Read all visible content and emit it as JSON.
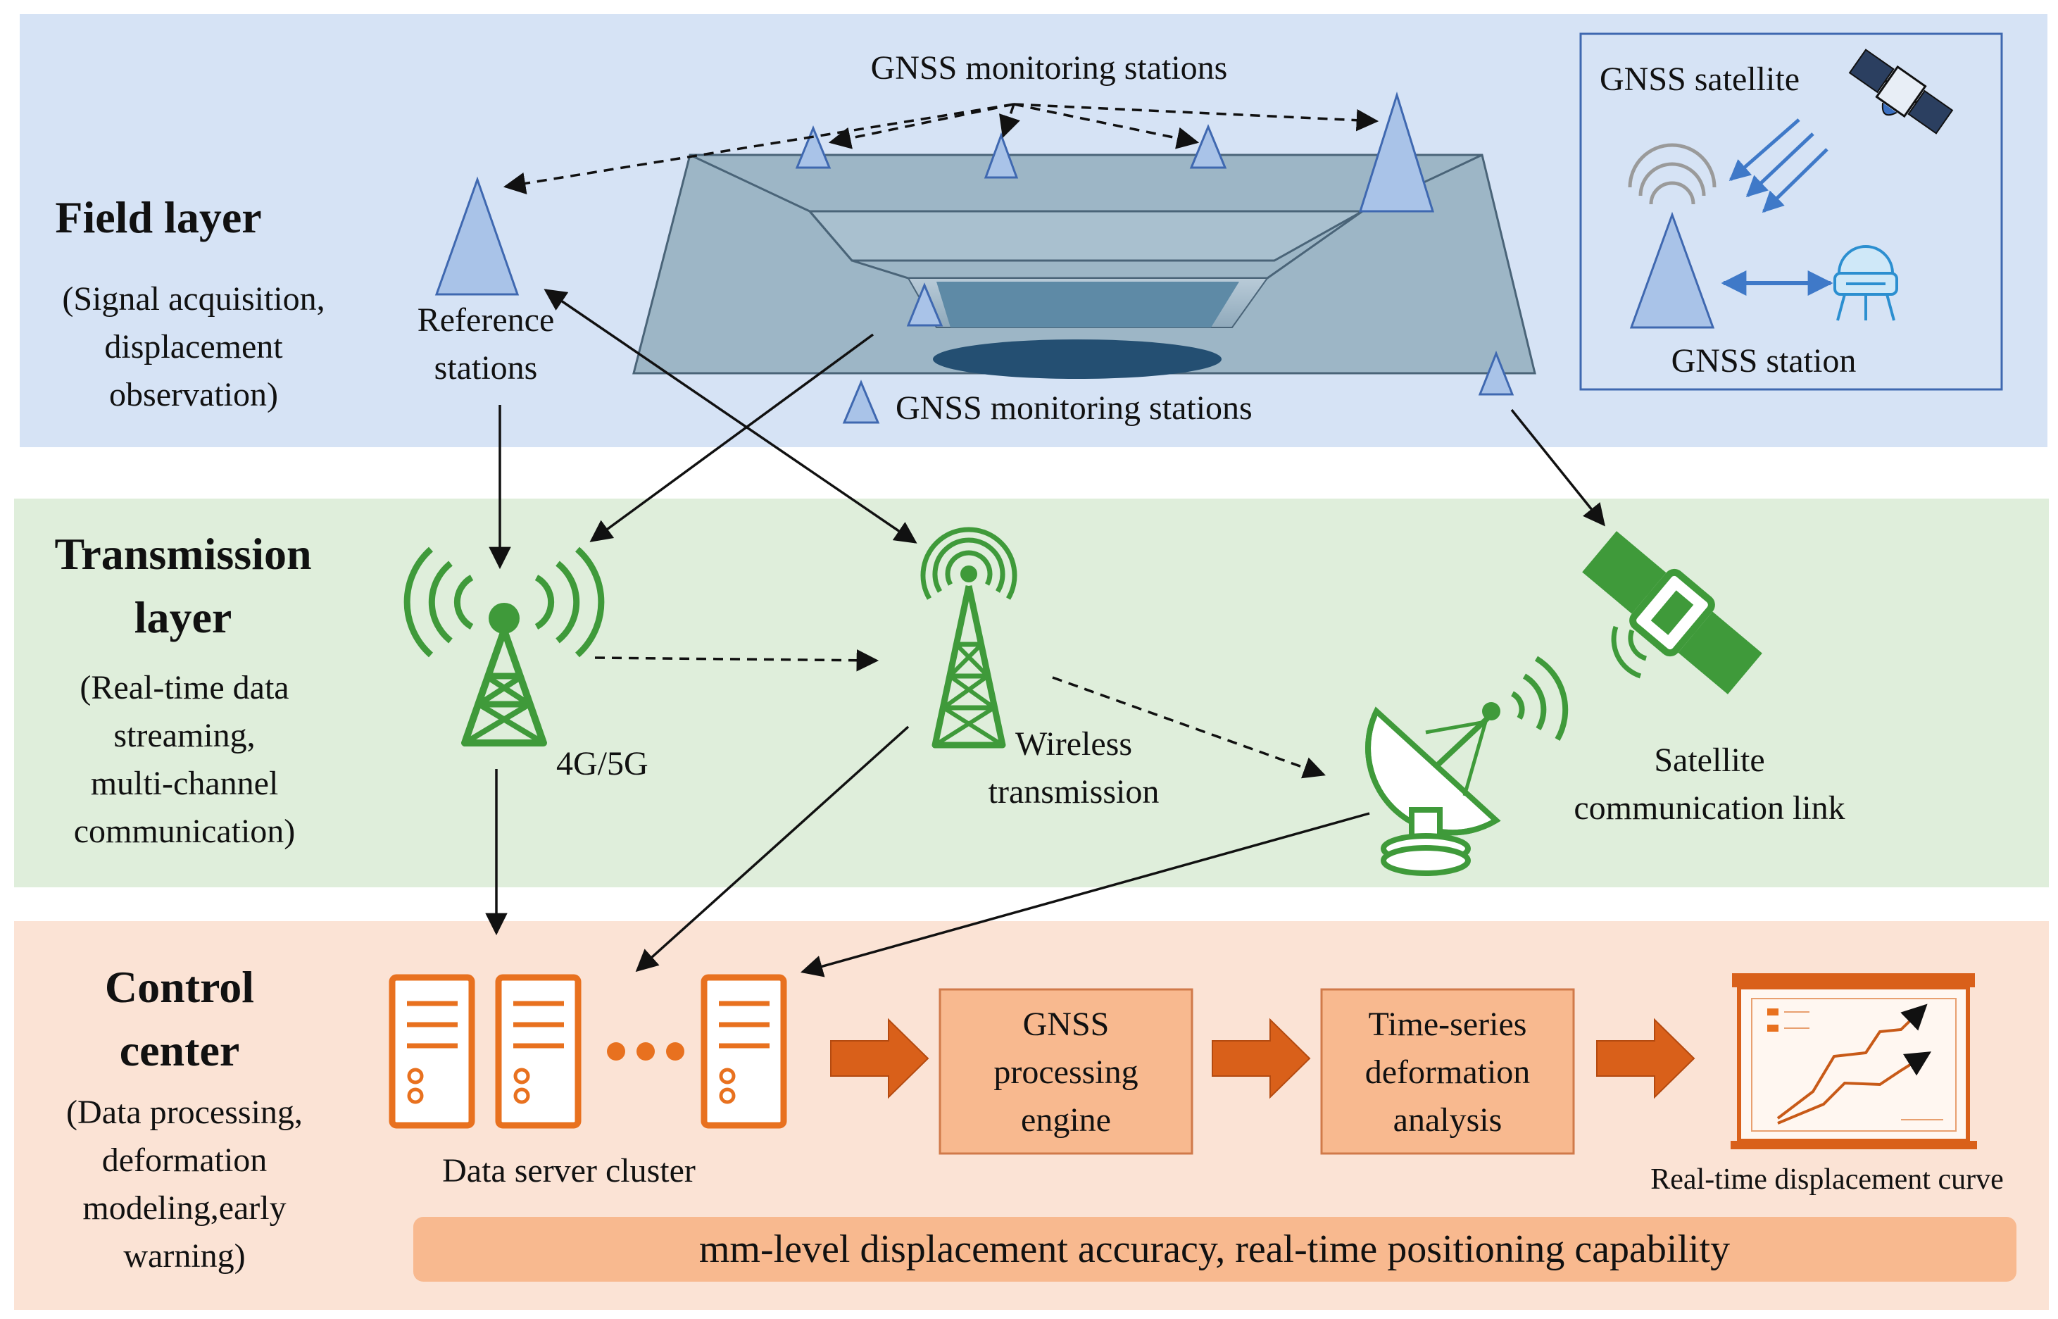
{
  "layers": {
    "field": {
      "title": "Field layer",
      "desc": [
        "(Signal acquisition,",
        "displacement",
        "observation)"
      ],
      "bg": "#d6e3f5"
    },
    "transmission": {
      "title": [
        "Transmission",
        "layer"
      ],
      "desc": [
        "(Real-time data",
        "streaming,",
        "multi-channel",
        "communication)"
      ],
      "bg": "#dfeedb"
    },
    "control": {
      "title": [
        "Control",
        "center"
      ],
      "desc": [
        "(Data processing,",
        "deformation",
        "modeling,early",
        "warning)"
      ],
      "bg": "#fbe3d5"
    }
  },
  "field": {
    "monitoring_top_label": "GNSS monitoring stations",
    "monitoring_bottom_label": "GNSS monitoring stations",
    "reference_label": [
      "Reference",
      "stations"
    ]
  },
  "inset": {
    "satellite_label": "GNSS satellite",
    "station_label": "GNSS station"
  },
  "transmission": {
    "tower_4g_label": "4G/5G",
    "wireless_label": [
      "Wireless",
      "transmission"
    ],
    "satellite_link_label": [
      "Satellite",
      "communication link"
    ]
  },
  "control": {
    "server_cluster_label": "Data server cluster",
    "processing_box": [
      "GNSS",
      "processing",
      "engine"
    ],
    "analysis_box": [
      "Time-series",
      "deformation",
      "analysis"
    ],
    "curve_label": "Real-time displacement curve",
    "banner": "mm-level displacement accuracy, real-time positioning capability"
  },
  "colors": {
    "station_blue": "#a9c3e8",
    "station_stroke": "#3f68b0",
    "tower_green": "#3f9a3a",
    "server_orange": "#e8711f",
    "box_fill": "#f8b98f",
    "arrow_orange": "#d9601a"
  }
}
